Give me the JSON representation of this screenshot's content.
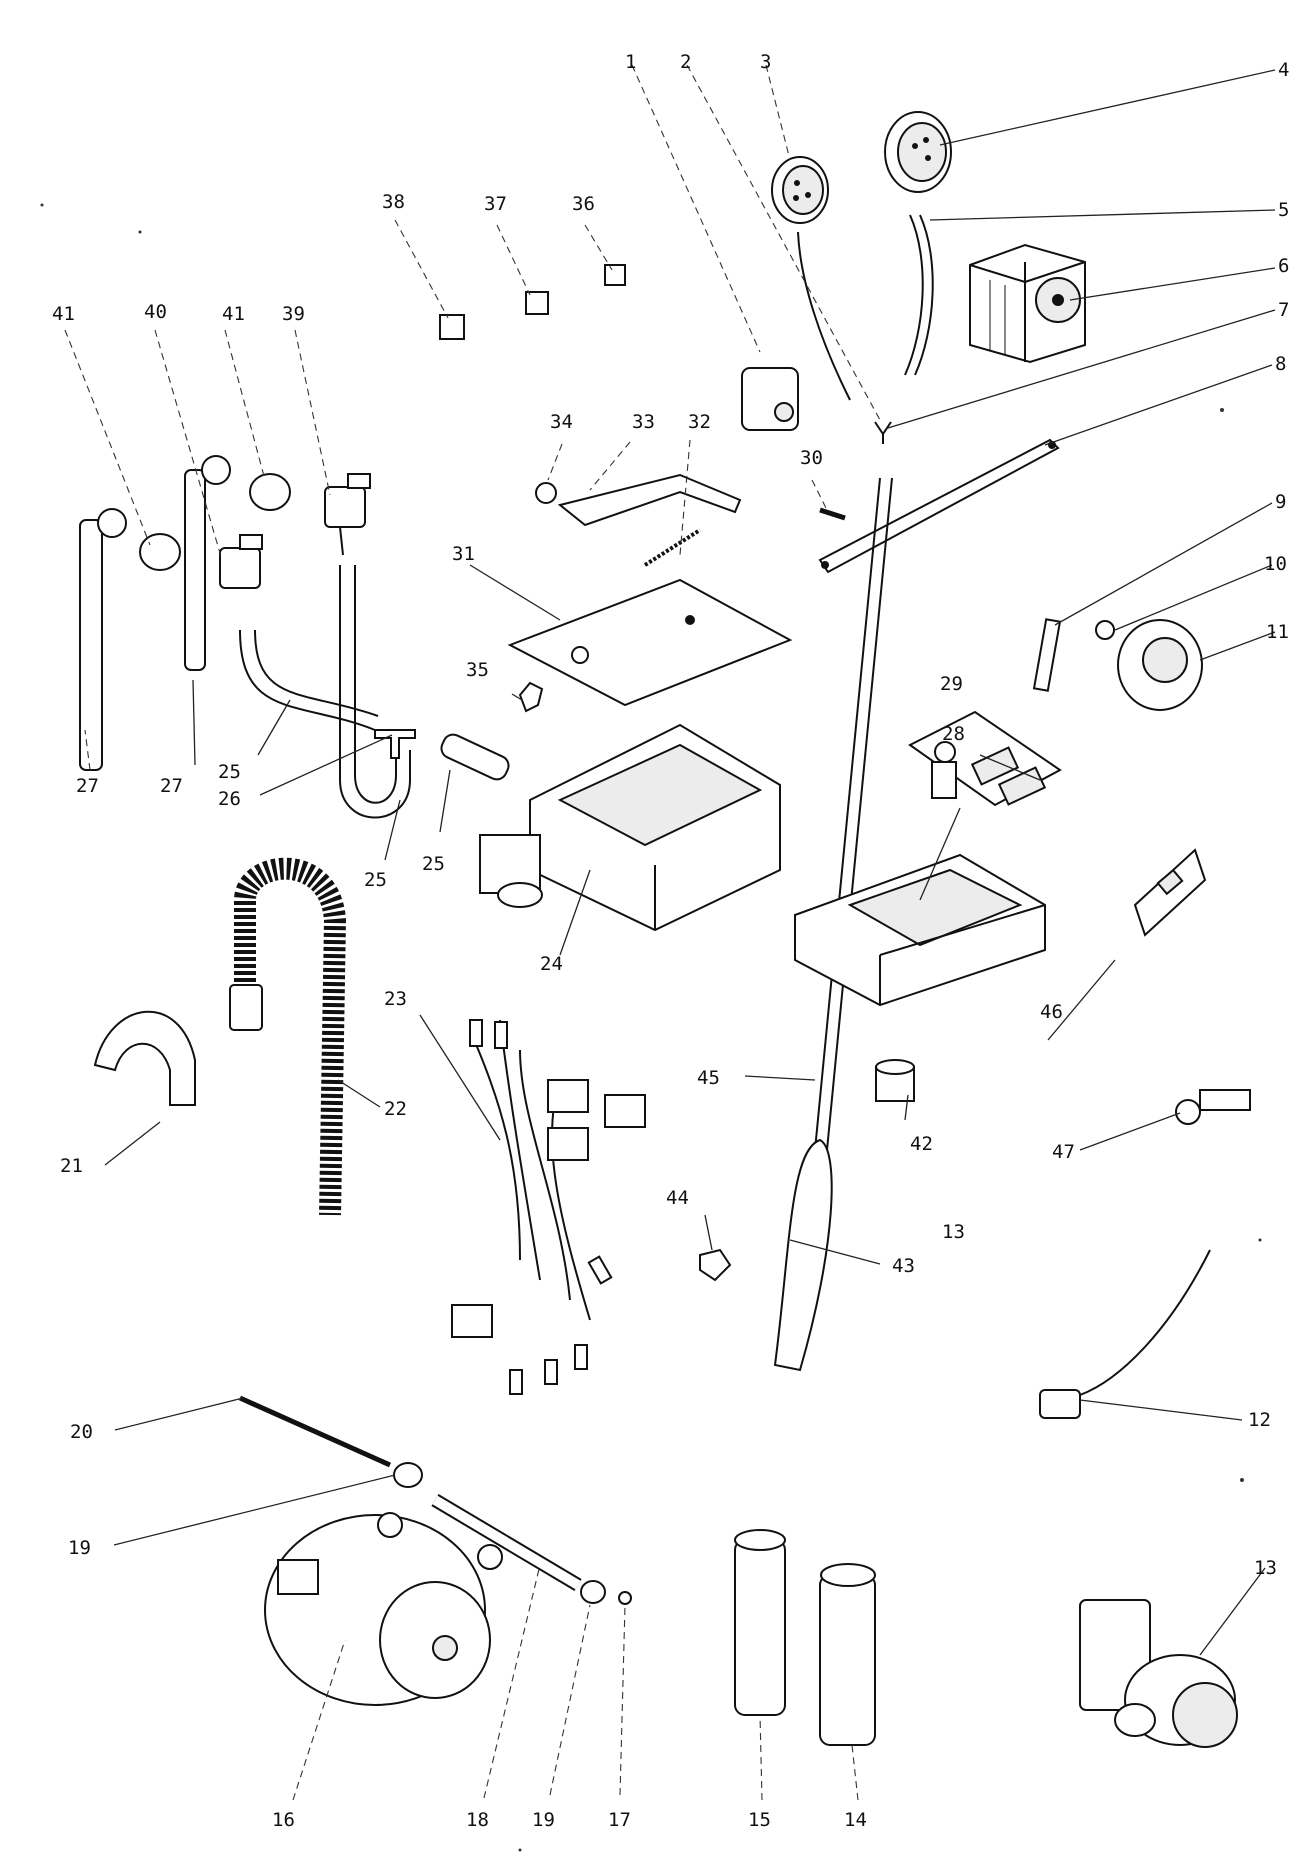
{
  "callouts": [
    "1",
    "2",
    "3",
    "4",
    "5",
    "6",
    "7",
    "8",
    "9",
    "10",
    "11",
    "12",
    "13",
    "13",
    "14",
    "15",
    "16",
    "17",
    "18",
    "19",
    "19",
    "20",
    "21",
    "22",
    "23",
    "24",
    "25",
    "25",
    "25",
    "26",
    "27",
    "27",
    "28",
    "29",
    "30",
    "31",
    "32",
    "33",
    "34",
    "35",
    "36",
    "37",
    "38",
    "39",
    "40",
    "41",
    "41",
    "42",
    "43",
    "44",
    "45",
    "46",
    "47"
  ]
}
